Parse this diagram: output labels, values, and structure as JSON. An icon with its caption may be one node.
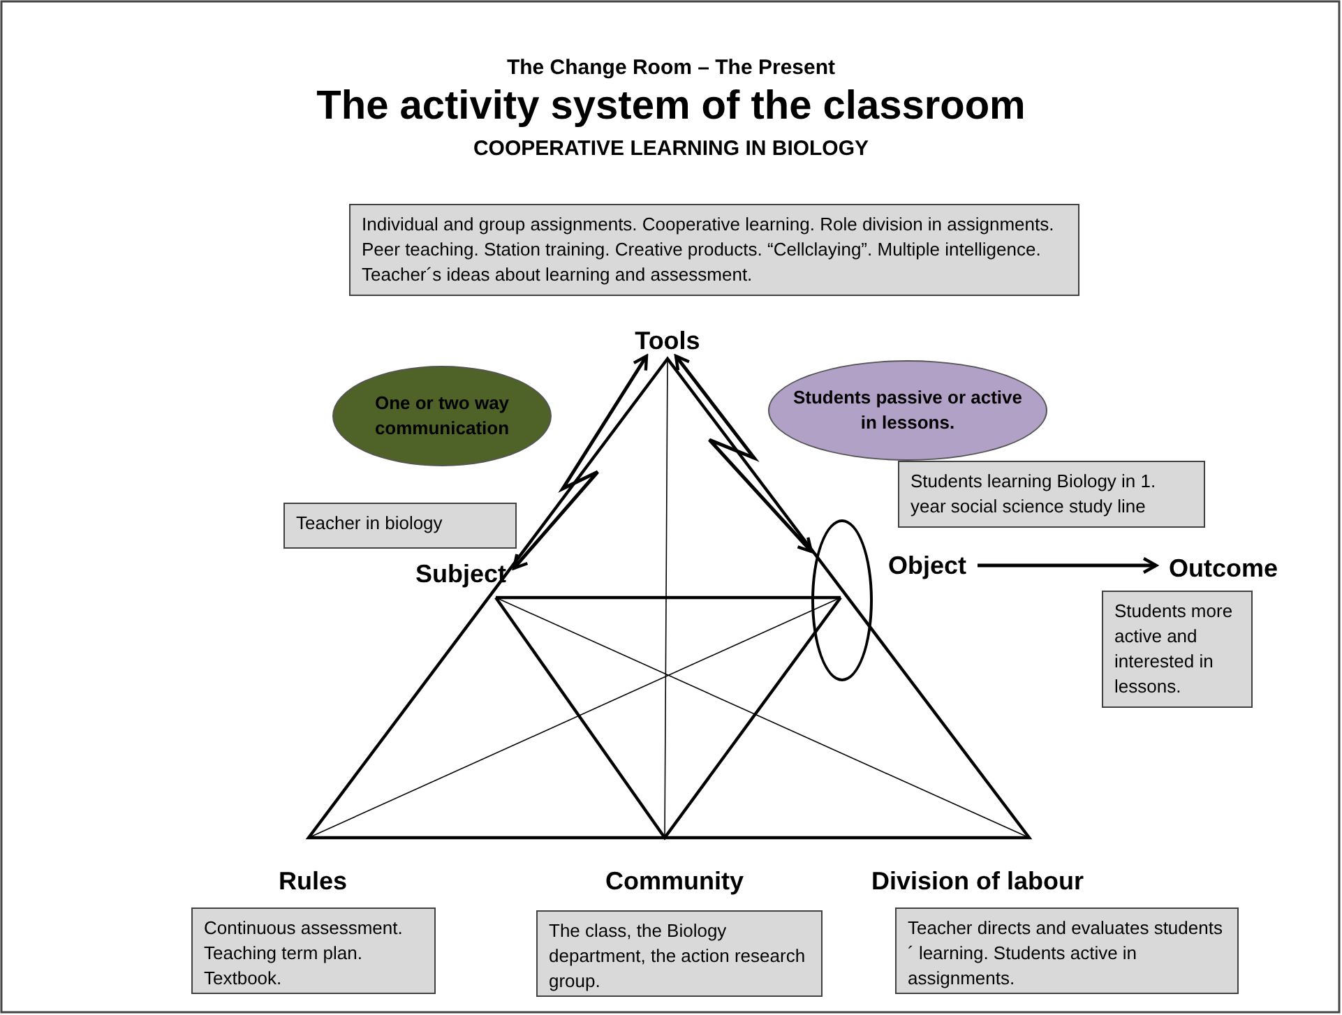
{
  "diagram": {
    "title": "The activity system of the classroom",
    "nodes": [
      {
        "text": [
          "Individual and group assignments. Cooperative learning. Role division in assignments. Peer teaching. Station training. Creative products. “Cellclaying”. Multiple intelligence. Teacher´s ideas about learning and assessment."
        ]
      },
      {
        "text": [
          "Tools"
        ]
      },
      {
        "text": [
          "One or two way communication"
        ]
      },
      {
        "text": [
          "Students passive or active in lessons."
        ]
      },
      {
        "text": [
          "Teacher in biology"
        ]
      },
      {
        "text": [
          "Students learning Biology in 1. year social science study line"
        ]
      },
      {
        "text": [
          "Subject"
        ]
      },
      {
        "text": [
          "Object"
        ]
      },
      {
        "text": [],
        "shape": "ellipse"
      },
      {
        "text": [
          "Outcome"
        ]
      },
      {
        "text": [
          "Students more active and interested in lessons."
        ]
      },
      {
        "text": [
          "Rules"
        ]
      },
      {
        "text": [
          "Community"
        ]
      },
      {
        "text": [
          "Division of labour"
        ]
      },
      {
        "text": [
          "Continuous assessment. Teaching term plan. Textbook."
        ]
      },
      {
        "text": [
          "The class, the Biology department, the action research group."
        ]
      },
      {
        "text": [
          "Teacher directs and evaluates students´ learning. Students active in assignments."
        ]
      }
    ],
    "edges": [
      {
        "from": 6,
        "to": 1,
        "arrow": "both"
      },
      {
        "from": 1,
        "to": 8,
        "arrow": "both"
      },
      {
        "from": 7,
        "to": 9,
        "arrow": "to"
      }
    ],
    "labels": [
      "The Change Room – The Present",
      "COOPERATIVE LEARNING IN BIOLOGY"
    ]
  }
}
